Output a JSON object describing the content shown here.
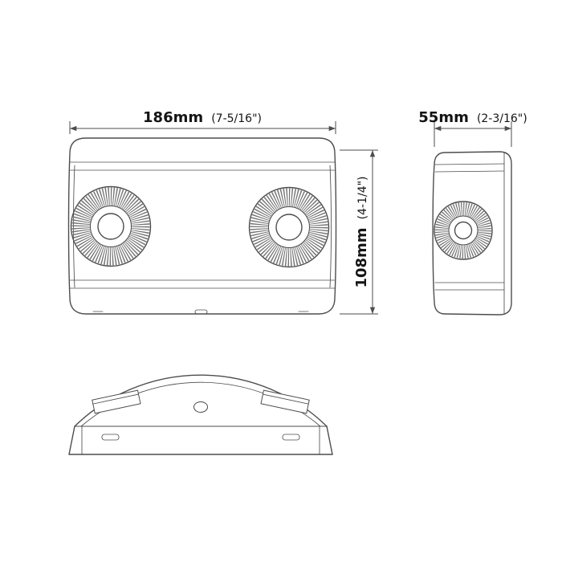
{
  "colors": {
    "line": "#4d4d4d",
    "grille": "#747474",
    "text": "#141414",
    "background": "#ffffff"
  },
  "dimensions": {
    "front_width_metric": "186mm",
    "front_width_imperial": "(7-5/16\")",
    "front_height_metric": "108mm",
    "front_height_imperial": "(4-1/4\")",
    "side_width_metric": "55mm",
    "side_width_imperial": "(2-3/16\")"
  }
}
